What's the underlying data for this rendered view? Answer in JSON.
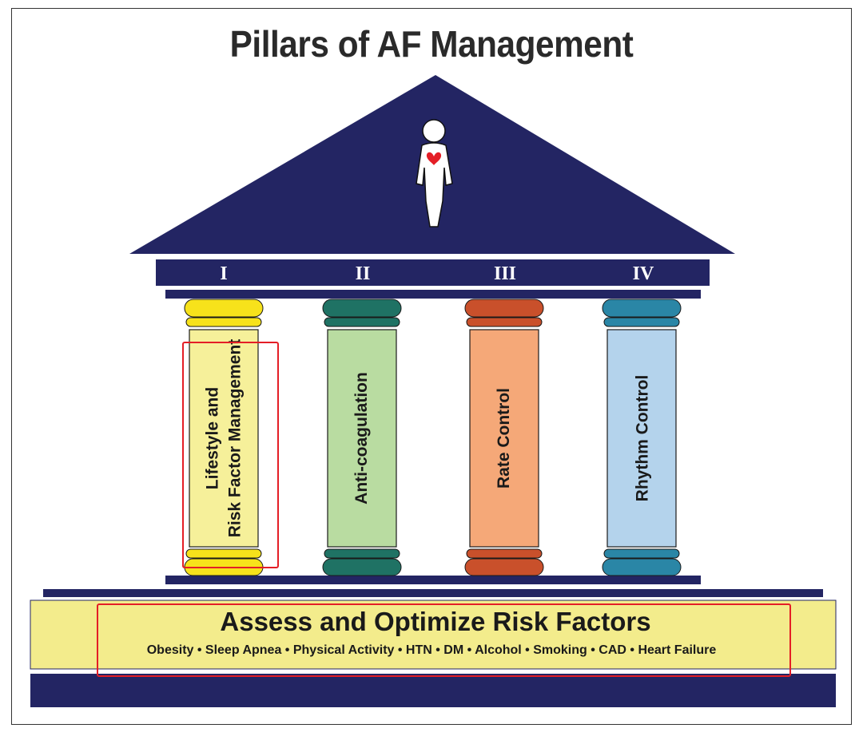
{
  "title": "Pillars of AF Management",
  "colors": {
    "navy": "#232563",
    "base_yellow": "#f3ec8c",
    "highlight": "#e41e26"
  },
  "pillars": [
    {
      "numeral": "I",
      "label_line1": "Lifestyle and",
      "label_line2": "Risk Factor Management",
      "cap_color": "#f7e21b",
      "shaft_color": "#f6f09a"
    },
    {
      "numeral": "II",
      "label_line1": "Anti-coagulation",
      "label_line2": "",
      "cap_color": "#1f7264",
      "shaft_color": "#b9dca1"
    },
    {
      "numeral": "III",
      "label_line1": "Rate Control",
      "label_line2": "",
      "cap_color": "#c9502b",
      "shaft_color": "#f5a878"
    },
    {
      "numeral": "IV",
      "label_line1": "Rhythm Control",
      "label_line2": "",
      "cap_color": "#2a86a6",
      "shaft_color": "#b4d3ec"
    }
  ],
  "foundation": {
    "title": "Assess  and Optimize Risk Factors",
    "risk_factors": "Obesity • Sleep Apnea • Physical Activity • HTN • DM • Alcohol • Smoking • CAD • Heart Failure"
  },
  "icons": {
    "person": "person-with-heart-icon"
  }
}
